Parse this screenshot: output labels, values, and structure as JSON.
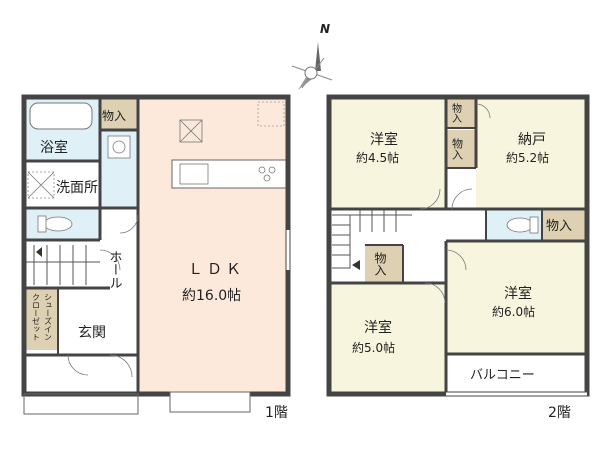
{
  "colors": {
    "ldk": "#fce9dc",
    "wet": "#dff1f7",
    "western": "#f8f5de",
    "storage": "#ddd0b3",
    "wall": "#444444",
    "bg": "#ffffff"
  },
  "compass": {
    "label": "N"
  },
  "floor1": {
    "label": "1階",
    "ldk_name": "ＬＤＫ",
    "ldk_size": "約16.0帖",
    "bath": "浴室",
    "storage": "物入",
    "washroom": "洗面所",
    "hall": "ホール",
    "entrance": "玄関",
    "shoe_closet": [
      "シューズイン",
      "クローゼット"
    ]
  },
  "floor2": {
    "label": "2階",
    "room_a_name": "洋室",
    "room_a_size": "約4.5帖",
    "closet_a": "物入",
    "closet_b": "物入",
    "nando_name": "納戸",
    "nando_size": "約5.2帖",
    "closet_c": "物入",
    "closet_d": "物入",
    "room_b_name": "洋室",
    "room_b_size": "約6.0帖",
    "room_c_name": "洋室",
    "room_c_size": "約5.0帖",
    "balcony": "バルコニー"
  }
}
